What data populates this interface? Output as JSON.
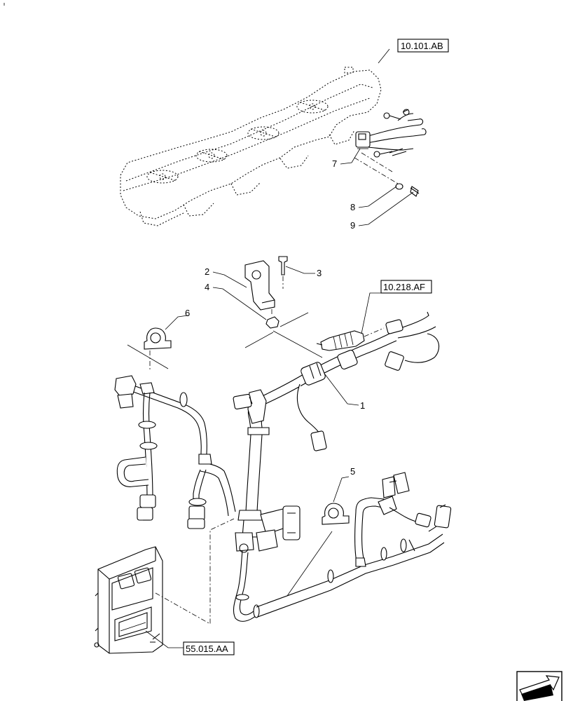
{
  "callouts": [
    "1",
    "2",
    "3",
    "4",
    "5",
    "6",
    "7",
    "8",
    "9"
  ],
  "references": {
    "top": "10.101.AB",
    "injector": "10.218.AF",
    "ecu": "55.015.AA"
  },
  "icons": {
    "nav": "next-page-arrow-icon"
  }
}
